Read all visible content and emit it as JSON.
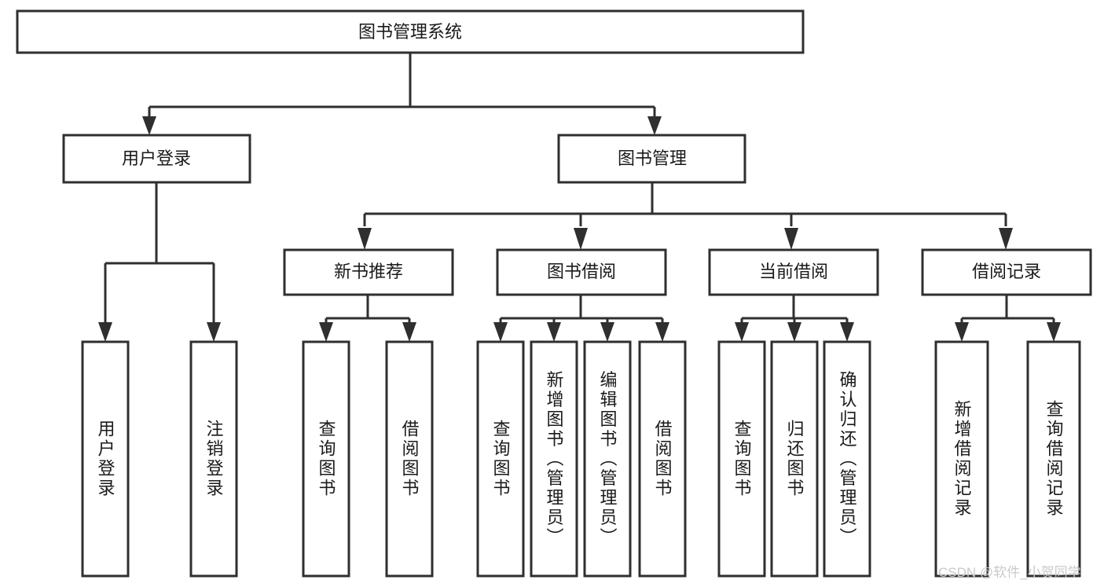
{
  "diagram": {
    "title": "图书管理系统",
    "type": "hierarchy-tree",
    "background_color": "#ffffff",
    "line_color": "#2f2f2f",
    "box_fill": "#ffffff",
    "text_color": "#1a1a1a",
    "levels": 3,
    "root": {
      "label": "图书管理系统",
      "orientation": "horizontal"
    },
    "level1": [
      {
        "label": "用户登录",
        "orientation": "horizontal"
      },
      {
        "label": "图书管理",
        "orientation": "horizontal"
      }
    ],
    "level2": [
      {
        "label": "新书推荐",
        "orientation": "horizontal",
        "parent": "图书管理"
      },
      {
        "label": "图书借阅",
        "orientation": "horizontal",
        "parent": "图书管理"
      },
      {
        "label": "当前借阅",
        "orientation": "horizontal",
        "parent": "图书管理"
      },
      {
        "label": "借阅记录",
        "orientation": "horizontal",
        "parent": "图书管理"
      }
    ],
    "leaves_user_login": [
      {
        "label": "用户登录",
        "orientation": "vertical"
      },
      {
        "label": "注销登录",
        "orientation": "vertical"
      }
    ],
    "leaves_new_books": [
      {
        "label": "查询图书",
        "orientation": "vertical"
      },
      {
        "label": "借阅图书",
        "orientation": "vertical"
      }
    ],
    "leaves_borrow": [
      {
        "label": "查询图书",
        "orientation": "vertical"
      },
      {
        "label": "新增图书（管理员）",
        "orientation": "vertical"
      },
      {
        "label": "编辑图书（管理员）",
        "orientation": "vertical"
      },
      {
        "label": "借阅图书",
        "orientation": "vertical"
      }
    ],
    "leaves_current": [
      {
        "label": "查询图书",
        "orientation": "vertical"
      },
      {
        "label": "归还图书",
        "orientation": "vertical"
      },
      {
        "label": "确认归还（管理员）",
        "orientation": "vertical"
      }
    ],
    "leaves_records": [
      {
        "label": "新增借阅记录",
        "orientation": "vertical"
      },
      {
        "label": "查询借阅记录",
        "orientation": "vertical"
      }
    ]
  },
  "watermark": {
    "text": "CSDN @软件_小贺同学",
    "color": "#c9c9c9"
  }
}
